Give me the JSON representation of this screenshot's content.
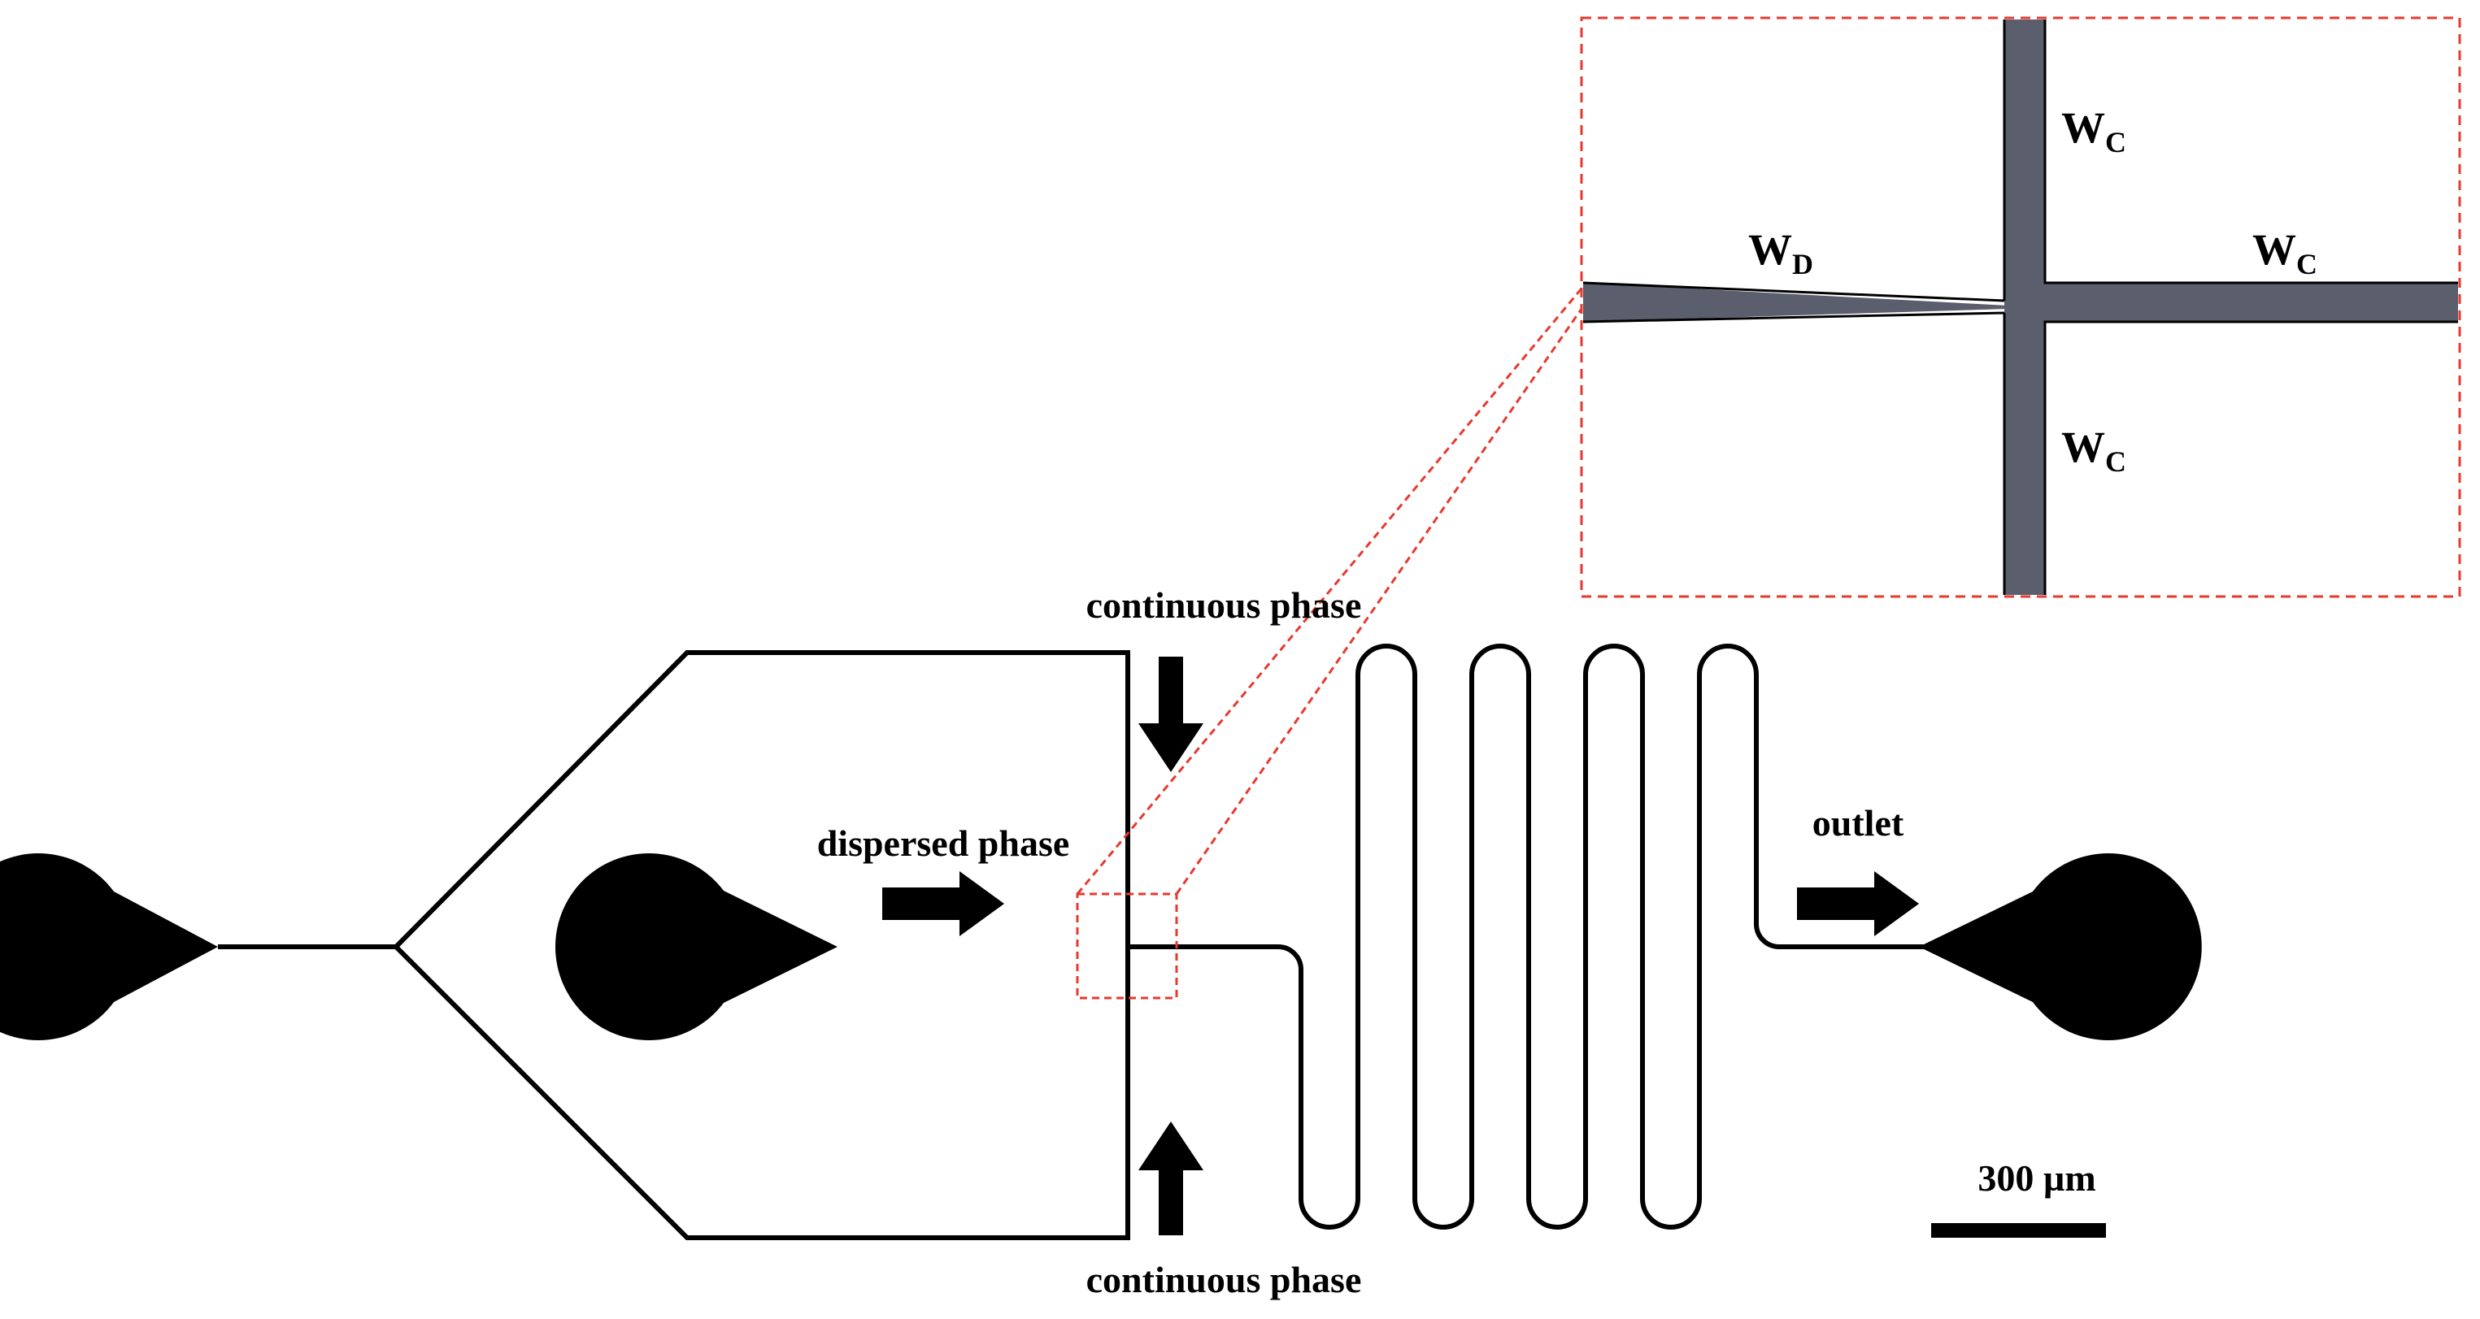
{
  "labels": {
    "continuous_phase_top": "continuous phase",
    "continuous_phase_bottom": "continuous phase",
    "dispersed_phase": "dispersed phase",
    "outlet": "outlet",
    "scale_bar": "300 µm"
  },
  "inset": {
    "w_d": {
      "main": "W",
      "sub": "D"
    },
    "w_c_top": {
      "main": "W",
      "sub": "C"
    },
    "w_c_right": {
      "main": "W",
      "sub": "C"
    },
    "w_c_bottom": {
      "main": "W",
      "sub": "C"
    }
  },
  "colors": {
    "channel": "#000000",
    "inset_channel": "#5a5e6d",
    "highlight_box": "#e8392f",
    "background": "#ffffff"
  }
}
